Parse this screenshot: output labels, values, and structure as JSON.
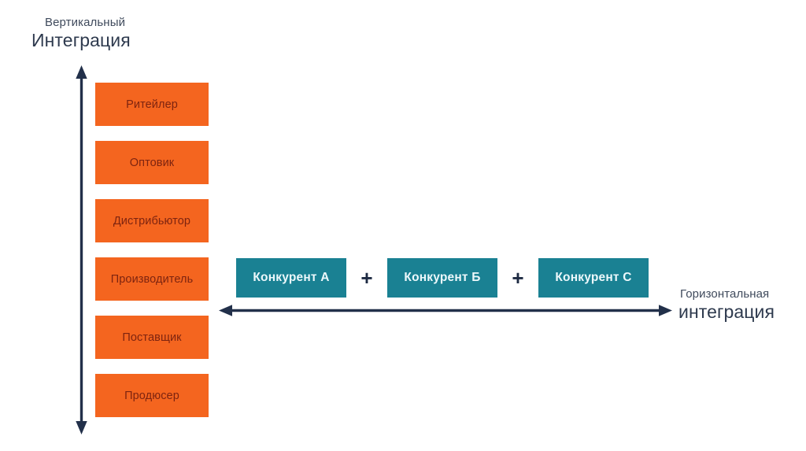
{
  "diagram": {
    "background_color": "#ffffff",
    "vertical_axis": {
      "title_small": "Вертикальный",
      "title_large": "Интеграция",
      "arrow_color": "#22304a",
      "arrow_style": "double-headed-vertical"
    },
    "horizontal_axis": {
      "title_small": "Горизонтальная",
      "title_large": "интеграция",
      "arrow_color": "#22304a",
      "arrow_style": "double-headed-horizontal"
    },
    "vertical_chain": {
      "box_color": "#f4651f",
      "label_color": "#7d2410",
      "items": [
        {
          "label": "Ритейлер"
        },
        {
          "label": "Оптовик"
        },
        {
          "label": "Дистрибьютор"
        },
        {
          "label": "Производитель"
        },
        {
          "label": "Поставщик"
        },
        {
          "label": "Продюсер"
        }
      ]
    },
    "horizontal_chain": {
      "box_color": "#1a8193",
      "label_color": "#ecf8fb",
      "separator": "+",
      "items": [
        {
          "label": "Конкурент А"
        },
        {
          "label": "Конкурент Б"
        },
        {
          "label": "Конкурент С"
        }
      ]
    }
  }
}
